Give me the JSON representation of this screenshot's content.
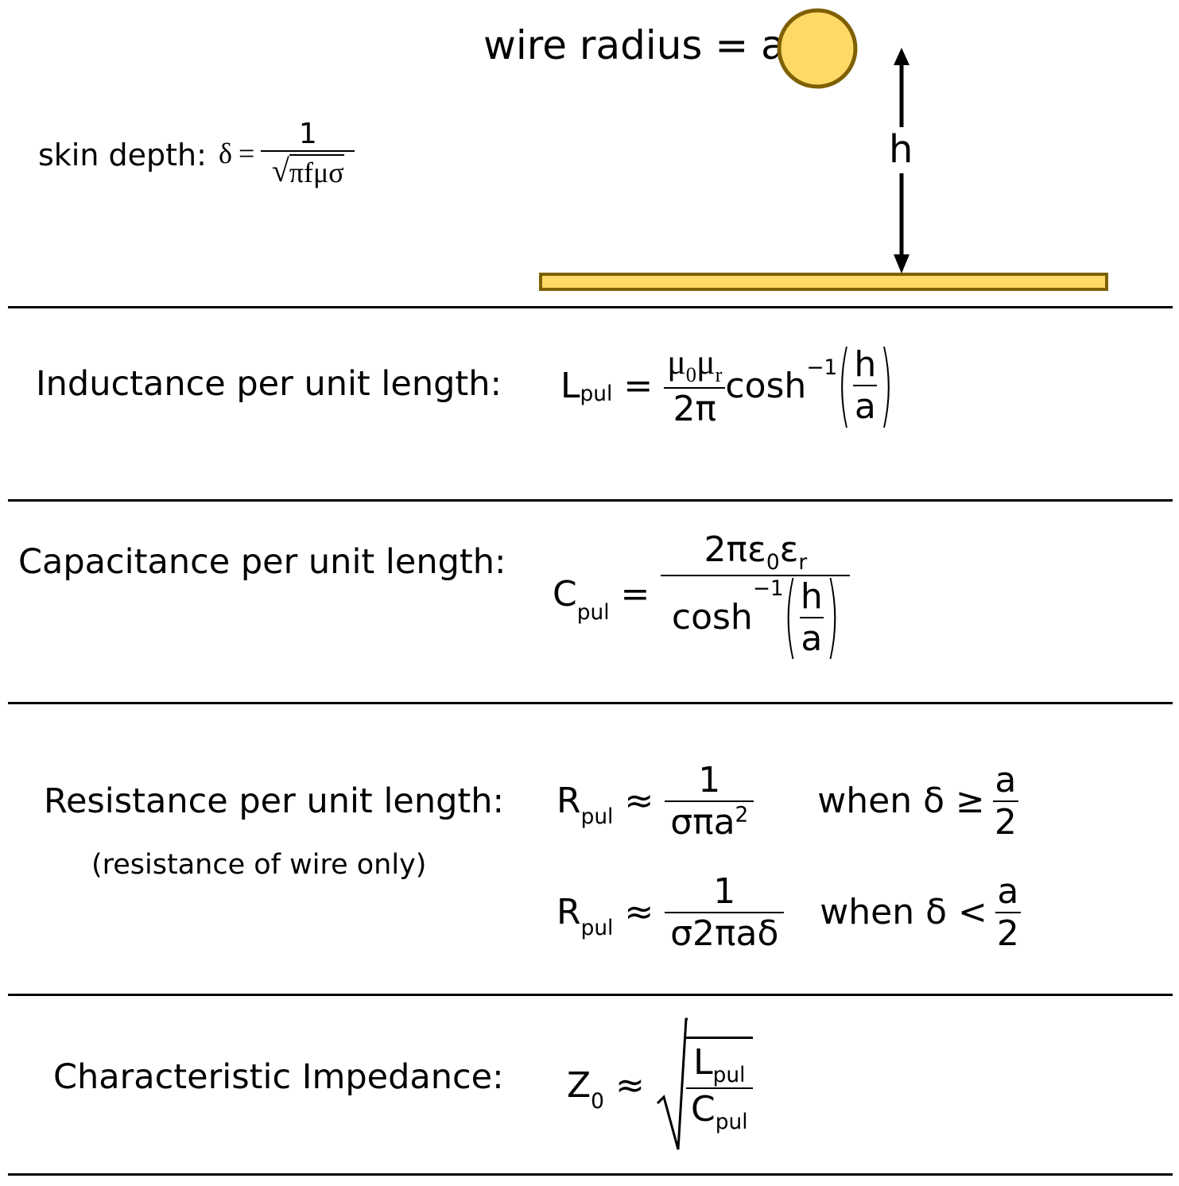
{
  "diagram": {
    "wire_label": "wire radius = a",
    "height_label": "h",
    "wire_color": "#FFD966",
    "wire_stroke": "#7F6000",
    "ground_plane_color": "#FFD966",
    "ground_plane_stroke": "#7F6000"
  },
  "skin_depth": {
    "label": "skin depth:",
    "lhs": "δ",
    "eq": "=",
    "num": "1",
    "den": "πfμσ"
  },
  "inductance": {
    "label": "Inductance per unit length:",
    "lhs": "L",
    "lhs_sub": "pul",
    "eq": "=",
    "num_1": "μ",
    "num_1_sub": "0",
    "num_2": "μ",
    "num_2_sub": "r",
    "den": "2π",
    "func": "cosh",
    "func_sup": "−1",
    "arg_num": "h",
    "arg_den": "a"
  },
  "capacitance": {
    "label": "Capacitance per unit length:",
    "lhs": "C",
    "lhs_sub": "pul",
    "eq": "=",
    "num_a": "2πε",
    "num_a_sub": "0",
    "num_b": "ε",
    "num_b_sub": "r",
    "func": "cosh",
    "func_sup": "−1",
    "arg_num": "h",
    "arg_den": "a"
  },
  "resistance": {
    "label": "Resistance per unit length:",
    "sublabel": "(resistance of wire only)",
    "rows": [
      {
        "lhs": "R",
        "lhs_sub": "pul",
        "approx": "≈",
        "num": "1",
        "den": "σπa",
        "den_sup": "2",
        "cond": "when δ ≥",
        "cond_num": "a",
        "cond_den": "2"
      },
      {
        "lhs": "R",
        "lhs_sub": "pul",
        "approx": "≈",
        "num": "1",
        "den": "σ2πaδ",
        "den_sup": "",
        "cond": "when δ <",
        "cond_num": "a",
        "cond_den": "2"
      }
    ]
  },
  "impedance": {
    "label": "Characteristic Impedance:",
    "lhs": "Z",
    "lhs_sub": "0",
    "approx": "≈",
    "num": "L",
    "num_sub": "pul",
    "den": "C",
    "den_sub": "pul"
  }
}
